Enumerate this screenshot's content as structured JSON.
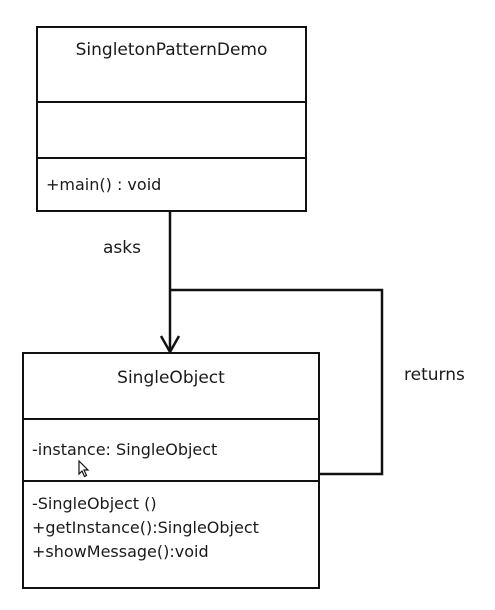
{
  "classes": {
    "demo": {
      "name": "SingletonPatternDemo",
      "attributes": [],
      "methods": [
        "+main() : void"
      ]
    },
    "single_object": {
      "name": "SingleObject",
      "attributes": [
        "-instance: SingleObject"
      ],
      "methods": [
        "-SingleObject ()",
        "+getInstance():SingleObject",
        "+showMessage():void"
      ]
    }
  },
  "relations": {
    "asks_label": "asks",
    "returns_label": "returns"
  },
  "colors": {
    "line": "#111111",
    "background": "#ffffff"
  },
  "icons": {
    "cursor": "mouse-pointer-icon"
  }
}
